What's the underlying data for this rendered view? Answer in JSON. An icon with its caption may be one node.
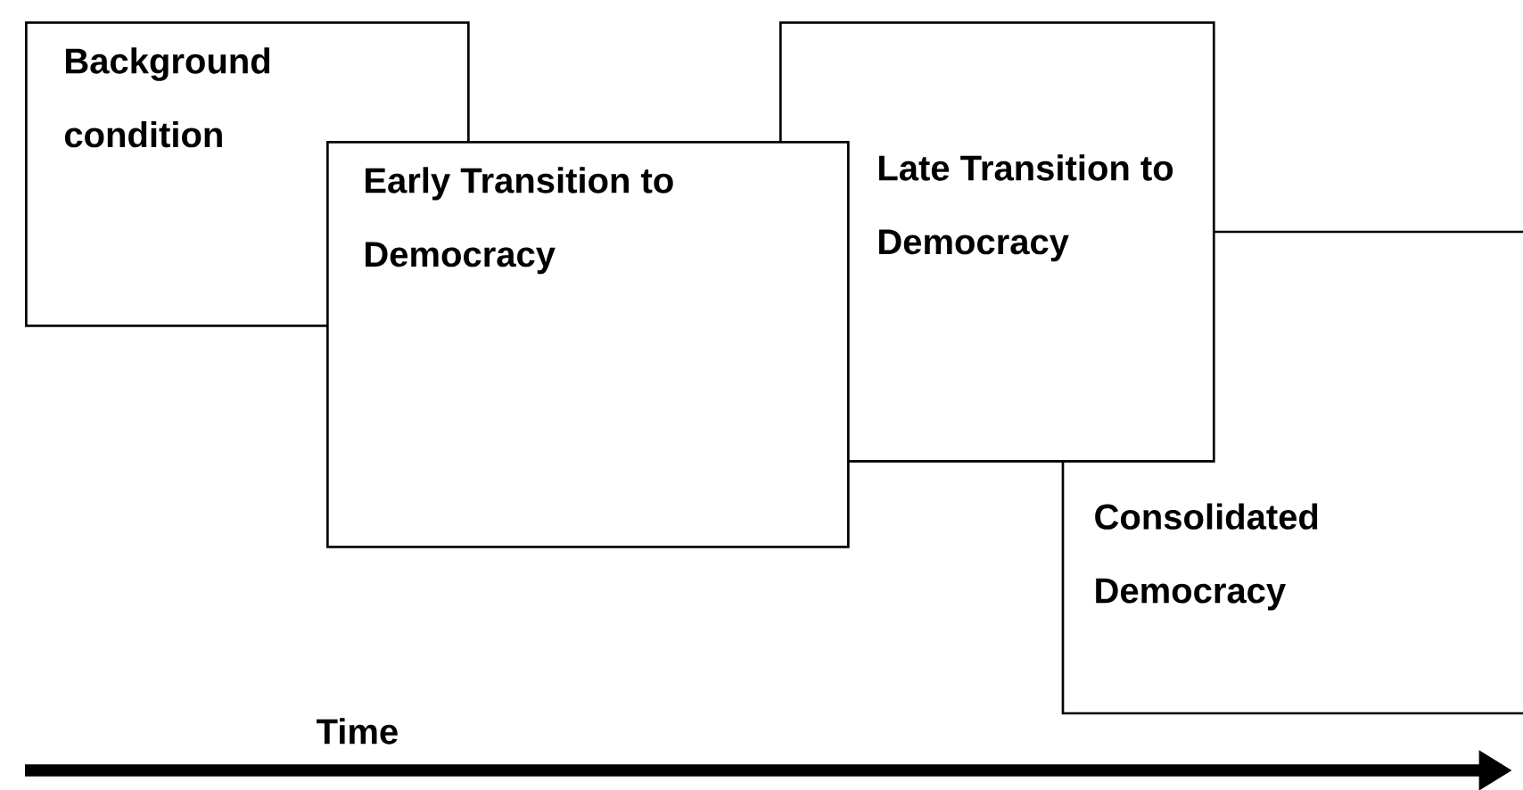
{
  "diagram": {
    "nodes": [
      {
        "text": [
          "Background condition"
        ]
      },
      {
        "text": [
          "Early Transition to Democracy"
        ]
      },
      {
        "text": [
          "Late Transition to Democracy"
        ]
      },
      {
        "text": [
          "Consolidated Democracy"
        ]
      }
    ],
    "labels": [
      "Time"
    ]
  }
}
